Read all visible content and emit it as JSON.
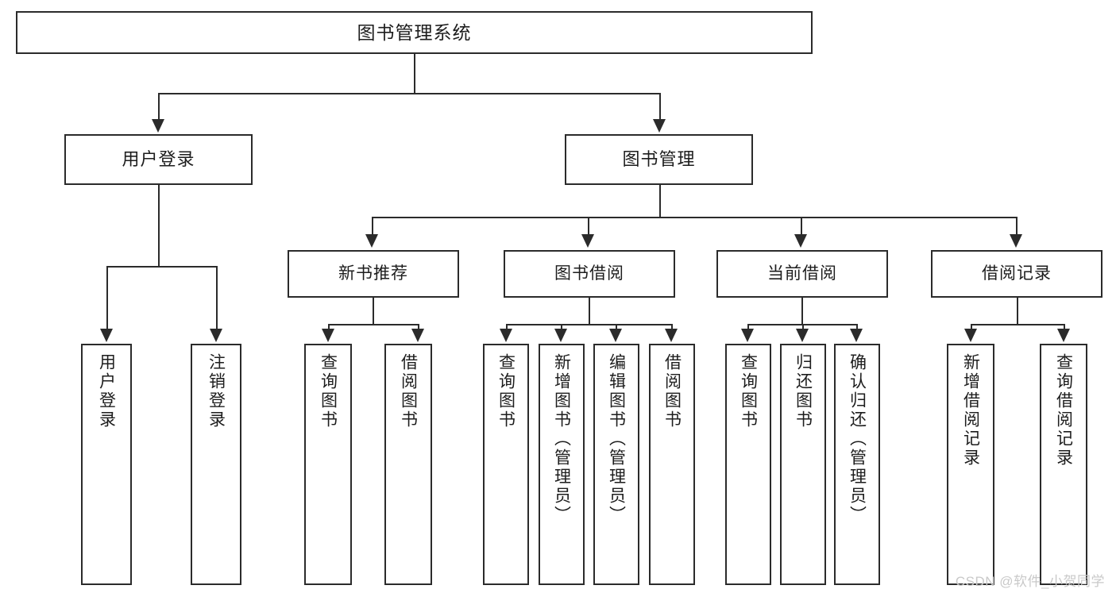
{
  "diagram": {
    "title": "图书管理系统",
    "type": "tree-hierarchy",
    "root": {
      "label": "图书管理系统"
    },
    "level2": [
      {
        "label": "用户登录"
      },
      {
        "label": "图书管理"
      }
    ],
    "level3": [
      {
        "label": "新书推荐"
      },
      {
        "label": "图书借阅"
      },
      {
        "label": "当前借阅"
      },
      {
        "label": "借阅记录"
      }
    ],
    "leaves": {
      "user_login": [
        {
          "label": "用户登录"
        },
        {
          "label": "注销登录"
        }
      ],
      "new_book_recommend": [
        {
          "label": "查询图书"
        },
        {
          "label": "借阅图书"
        }
      ],
      "book_borrow": [
        {
          "label": "查询图书"
        },
        {
          "label": "新增图书（管理员）"
        },
        {
          "label": "编辑图书（管理员）"
        },
        {
          "label": "借阅图书"
        }
      ],
      "current_borrow": [
        {
          "label": "查询图书"
        },
        {
          "label": "归还图书"
        },
        {
          "label": "确认归还（管理员）"
        }
      ],
      "borrow_record": [
        {
          "label": "新增借阅记录"
        },
        {
          "label": "查询借阅记录"
        }
      ]
    }
  },
  "watermark": {
    "text": "CSDN @软件_小贺同学"
  },
  "colors": {
    "stroke": "#2b2b2b",
    "text": "#1d1d1d",
    "background": "#ffffff",
    "watermark": "#c9c9c9"
  }
}
